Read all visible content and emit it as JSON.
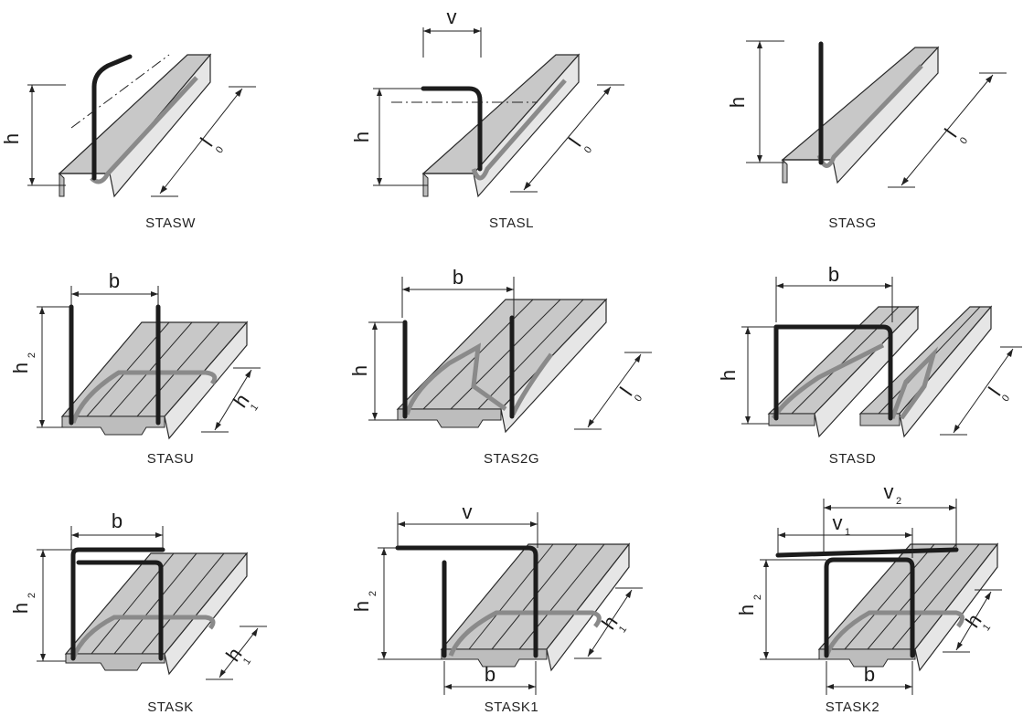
{
  "figures": [
    {
      "name": "STASW",
      "dims": [
        "h",
        "l",
        "0"
      ]
    },
    {
      "name": "STASL",
      "dims": [
        "v",
        "h",
        "l",
        "0"
      ]
    },
    {
      "name": "STASG",
      "dims": [
        "h",
        "l",
        "0"
      ]
    },
    {
      "name": "STASU",
      "dims": [
        "b",
        "h",
        "2",
        "h",
        "1"
      ]
    },
    {
      "name": "STAS2G",
      "dims": [
        "b",
        "h",
        "l",
        "0"
      ]
    },
    {
      "name": "STASD",
      "dims": [
        "b",
        "h",
        "l",
        "0"
      ]
    },
    {
      "name": "STASK",
      "dims": [
        "b",
        "h",
        "2",
        "h",
        "1"
      ]
    },
    {
      "name": "STASK1",
      "dims": [
        "v",
        "h",
        "2",
        "h",
        "1",
        "b"
      ]
    },
    {
      "name": "STASK2",
      "dims": [
        "v",
        "2",
        "v",
        "1",
        "h",
        "2",
        "h",
        "1",
        "b"
      ]
    }
  ],
  "colors": {
    "rod": "#1c1c1c",
    "rail_fill": "#c8c8c8",
    "rail_edge": "#2a2a2a",
    "hidden_rod": "#8a8a8a",
    "dim_line": "#222222"
  }
}
